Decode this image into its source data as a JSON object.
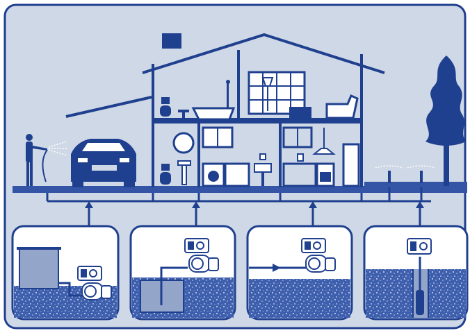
{
  "diagram": {
    "subject": "water-pump-applications",
    "colors": {
      "stroke": "#1f3f8f",
      "background": "#cfd8e6",
      "panel": "#ffffff",
      "ground": "#3454a6",
      "water": "#93a6c9",
      "fill_dark": "#1f3f8f"
    },
    "scenes": [
      {
        "id": "rainwater-tank",
        "icon": "tank-icon"
      },
      {
        "id": "sunken-tank",
        "icon": "underground-tank-icon"
      },
      {
        "id": "mains-supply",
        "icon": "pipe-icon"
      },
      {
        "id": "borehole-well",
        "icon": "well-icon"
      }
    ],
    "consumers": [
      "garden-hose",
      "car-wash",
      "bathroom",
      "kitchen",
      "laundry",
      "garden-sprinklers"
    ]
  }
}
